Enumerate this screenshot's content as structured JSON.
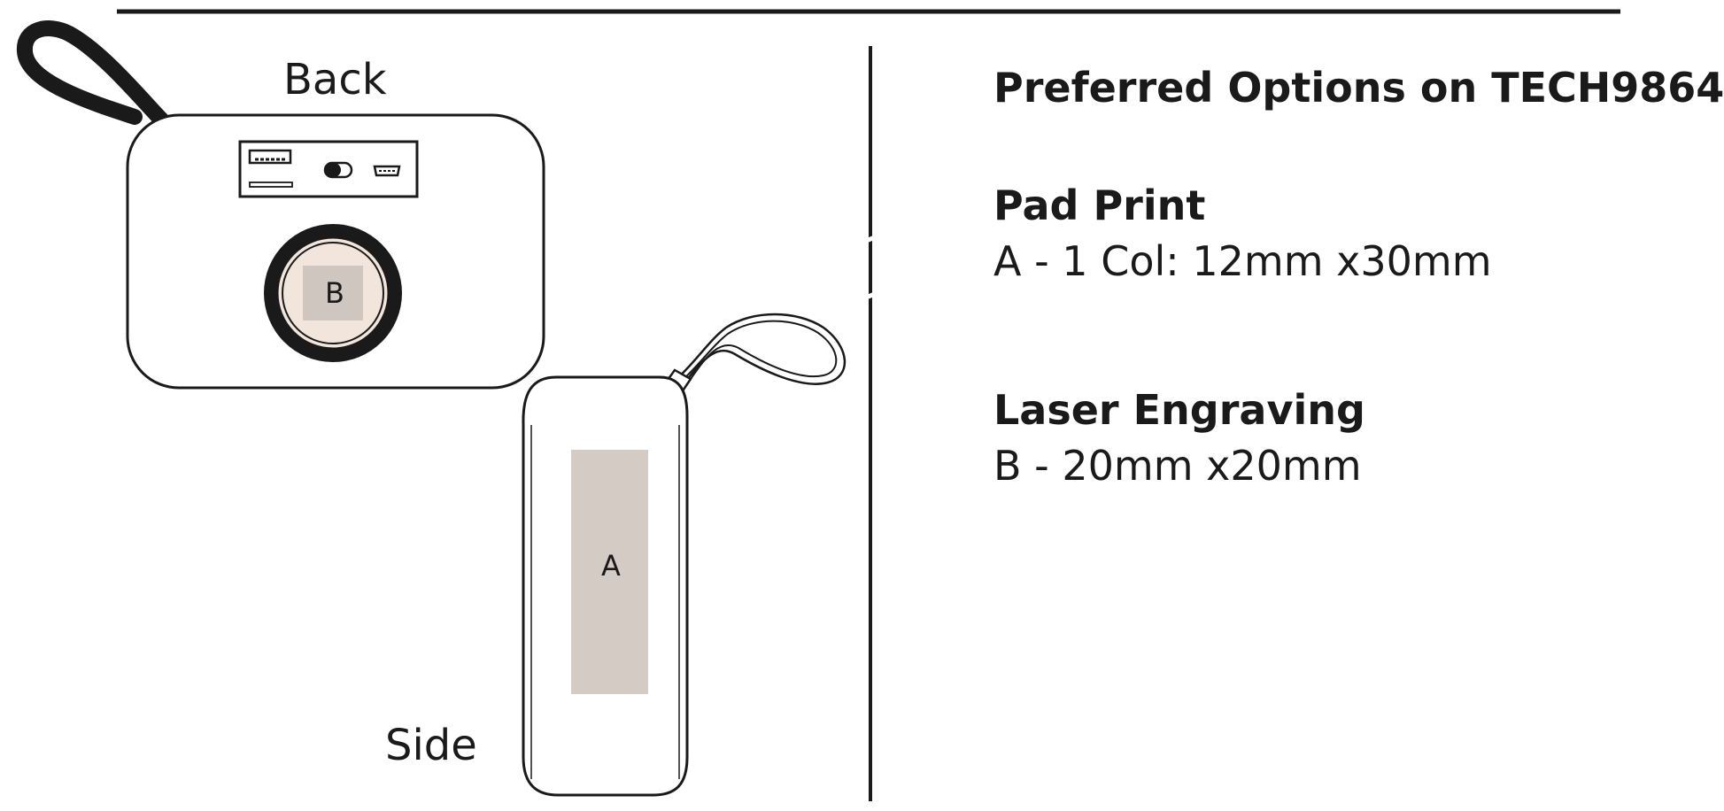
{
  "views": {
    "back_label": "Back",
    "side_label": "Side"
  },
  "zones": {
    "a_letter": "A",
    "b_letter": "B"
  },
  "panel": {
    "title": "Preferred Options on TECH9864",
    "options": [
      {
        "heading": "Pad Print",
        "detail": "A - 1 Col: 12mm x30mm"
      },
      {
        "heading": "Laser Engraving",
        "detail": "B - 20mm x20mm"
      }
    ]
  },
  "colors": {
    "outline": "#1a1a1a",
    "print_zone_a": "#d4cbc5",
    "print_zone_b": "#d0c6c0",
    "lens_ring": "#f2e6dc"
  }
}
